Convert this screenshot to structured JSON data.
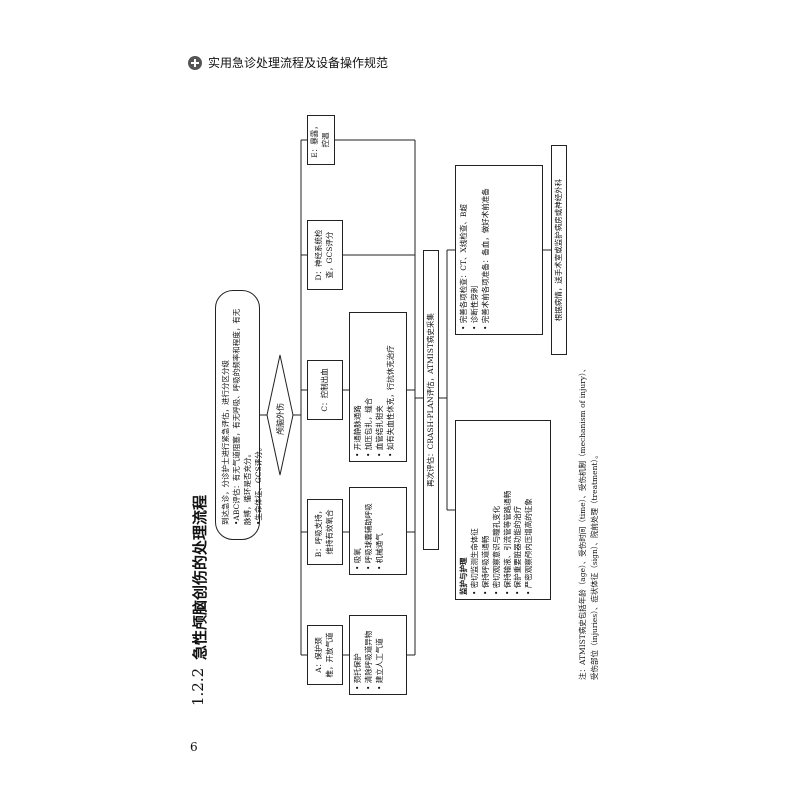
{
  "header": {
    "title": "实用急诊处理流程及设备操作规范",
    "logo_icon": "cross-circle-icon"
  },
  "page_number": "6",
  "section": {
    "number": "1.2.2",
    "title": "急性颅脑创伤的处理流程"
  },
  "top_box": {
    "lines": [
      "到达急诊，分诊护士进行紧急评估，进行分区分级",
      "•ABC评估：有无气道阻塞，有无呼吸、呼吸的频率和程度，有无脉搏，循环是否充分。",
      "•生命体征、GCS评分。"
    ]
  },
  "diamond": {
    "label": "颅脑外伤"
  },
  "branches": [
    {
      "label": "A：保护颈椎，开放气道",
      "actions": [
        "颈托保护",
        "清除呼吸道异物",
        "建立人工气道"
      ]
    },
    {
      "label": "B：呼吸支持，维持有效氧合",
      "actions": [
        "吸氧",
        "呼吸球囊辅助呼吸",
        "机械通气"
      ]
    },
    {
      "label": "C：控制出血",
      "actions": [
        "开通静脉通路",
        "加压包扎，缝合",
        "血管结扎钳夹",
        "如有失血性休克，行抗休克治疗"
      ]
    },
    {
      "label": "D：神经系统检查，GCS评分",
      "actions": []
    },
    {
      "label": "E：暴露，控温",
      "actions": []
    }
  ],
  "reassess": {
    "label": "再次评估：CRASH-PLAN评估，ATMIST病史采集"
  },
  "monitor": {
    "title": "监护与护理",
    "items": [
      "密切监测生命体征",
      "保持呼吸道通畅",
      "密切观察意识与瞳孔变化",
      "保持输液、引流管等管路通畅",
      "保护重要脏器功能的治疗",
      "严密观察颅内压增高的征象"
    ]
  },
  "exams": {
    "items": [
      "完善各项检查：CT、X线检查、B超",
      "诊断性穿刺",
      "完善术前各项准备：备血，做好术前准备"
    ]
  },
  "final": {
    "label": "根据病情，送手术室或监护病房或神经外科"
  },
  "footnote": {
    "lines": [
      "注：ATMIST病史包括年龄（age）、受伤时间（time）、受伤机制（mechanism of injury）、",
      "受伤部位（injuries）、症状体征（sign）、院前处理（treatment）。"
    ]
  }
}
